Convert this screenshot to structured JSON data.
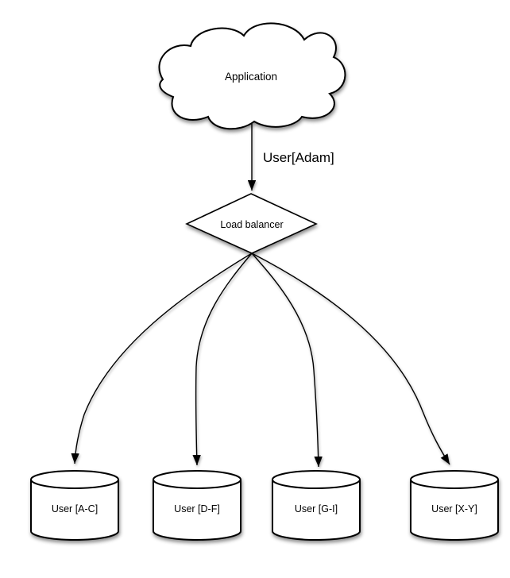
{
  "page": {
    "background_color": "#ffffff"
  },
  "diagram": {
    "description": "Sharding architecture: application routed through a load balancer to user-range database shards",
    "nodes": {
      "application": {
        "label": "Application",
        "shape": "cloud"
      },
      "load_balancer": {
        "label": "Load balancer",
        "shape": "diamond"
      },
      "shards": [
        {
          "label": "User [A-C]",
          "shape": "cylinder"
        },
        {
          "label": "User [D-F]",
          "shape": "cylinder"
        },
        {
          "label": "User [G-I]",
          "shape": "cylinder"
        },
        {
          "label": "User [X-Y]",
          "shape": "cylinder"
        }
      ]
    },
    "edges": {
      "app_to_lb_label": "User[Adam]"
    },
    "colors": {
      "stroke": "#000000",
      "node_fill": "#ffffff"
    }
  }
}
